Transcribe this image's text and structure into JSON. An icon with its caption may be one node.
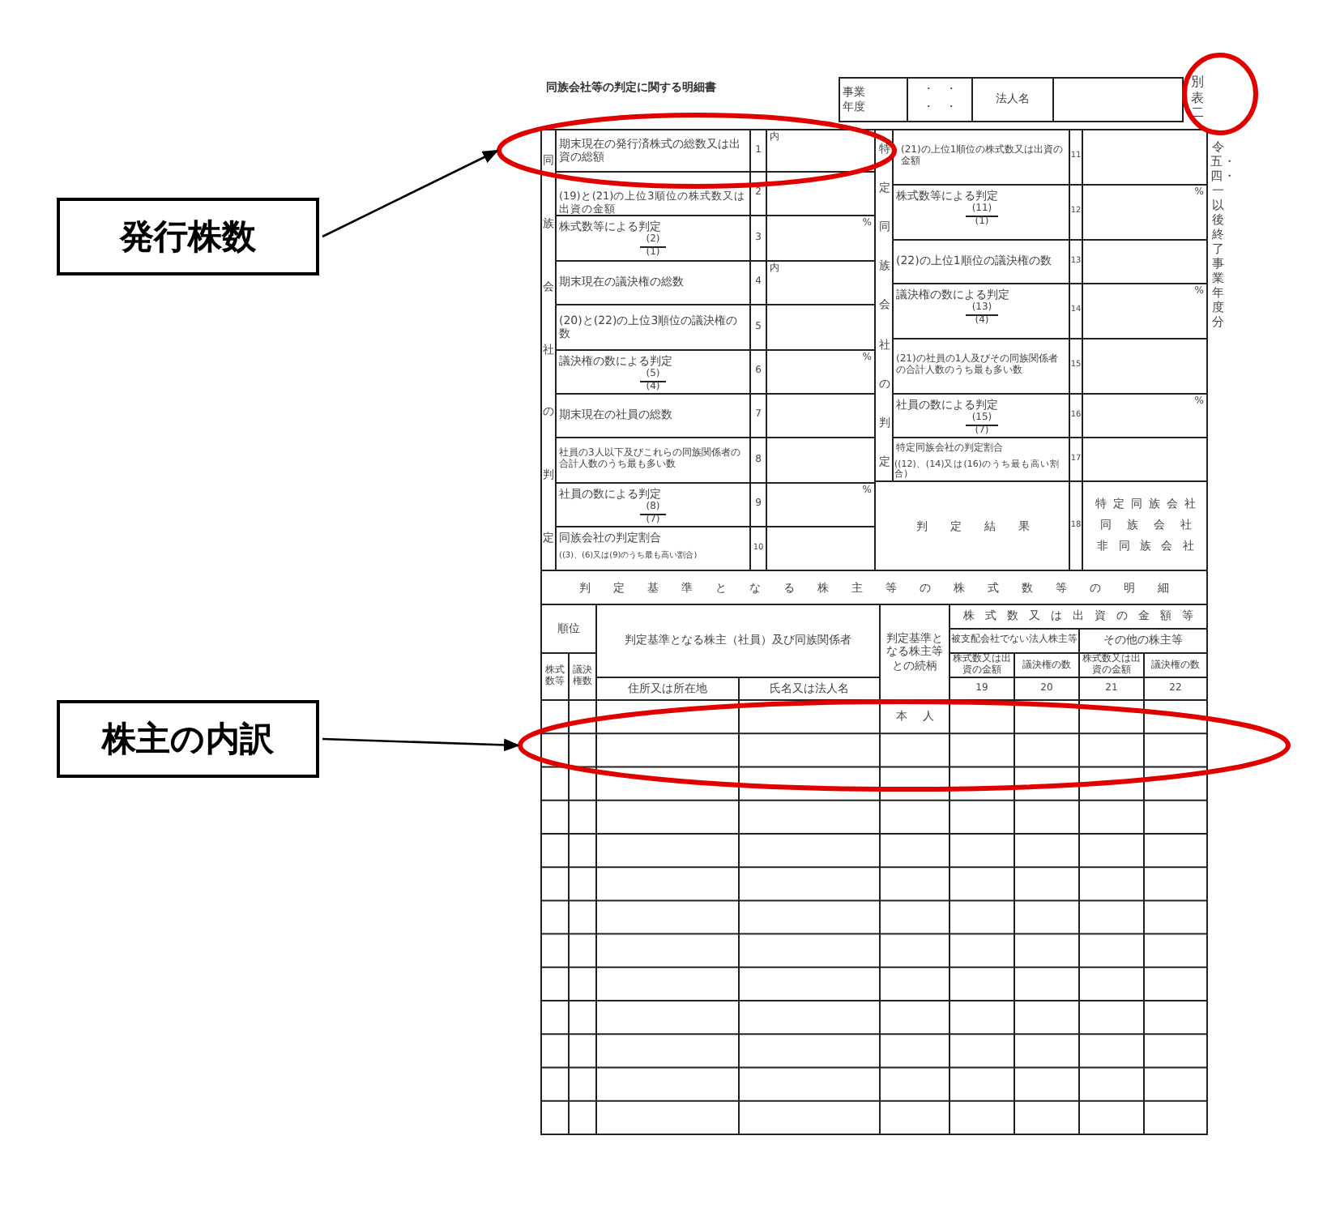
{
  "diagram": {
    "title": "同族会社等の判定に関する明細書",
    "nodes": [
      {
        "text": [
          "発行株数"
        ]
      },
      {
        "text": [],
        "shape": "ellipse"
      },
      {
        "text": [],
        "shape": "ellipse"
      },
      {
        "text": [
          "株主の内訳"
        ]
      },
      {
        "text": [],
        "shape": "ellipse"
      }
    ],
    "edges": [
      {
        "from": 0,
        "to": 1,
        "arrow": "to"
      },
      {
        "from": 3,
        "to": 4,
        "arrow": "to"
      }
    ],
    "labels": [
      "事業年度",
      "・　・",
      "・　・",
      "法人名",
      "別表二",
      "令五・四・一以後終了事業年度分",
      "同族会社の判定",
      "期末現在の発行済株式の総数又は出資の総額",
      "1",
      "内",
      "(19)と(21)の上位3順位の株式数又は出資の金額",
      "2",
      "株式数等による判定",
      "(2)",
      "(1)",
      "3",
      "%",
      "期末現在の議決権の総数",
      "4",
      "内",
      "(20)と(22)の上位3順位の議決権の数",
      "5",
      "議決権の数による判定",
      "(5)",
      "(4)",
      "6",
      "%",
      "期末現在の社員の総数",
      "7",
      "社員の3人以下及びこれらの同族関係者の合計人数のうち最も多い数",
      "8",
      "社員の数による判定",
      "(8)",
      "(7)",
      "9",
      "%",
      "同族会社の判定割合",
      "((3)、(6)又は(9)のうち最も高い割合)",
      "10",
      "特定同族会社の判定",
      "(21)の上位1順位の株式数又は出資の金額",
      "11",
      "株式数等による判定",
      "(11)",
      "(1)",
      "12",
      "%",
      "(22)の上位1順位の議決権の数",
      "13",
      "議決権の数による判定",
      "(13)",
      "(4)",
      "14",
      "%",
      "(21)の社員の1人及びその同族関係者の合計人数のうち最も多い数",
      "15",
      "社員の数による判定",
      "(15)",
      "(7)",
      "16",
      "%",
      "特定同族会社の判定割合",
      "((12)、(14)又は(16)のうち最も高い割合)",
      "17",
      "判定結果",
      "18",
      "特定同族会社",
      "同族会社",
      "非同族会社",
      "判定基準となる株主等の株式数等の明細",
      "順位",
      "判定基準となる株主（社員）及び同族関係者",
      "判定基準となる株主等との続柄",
      "株式数又は出資の金額等",
      "被支配会社でない法人株主等",
      "その他の株主等",
      "株式数等",
      "議決権数",
      "株式数又は出資の金額",
      "議決権の数",
      "株式数又は出資の金額",
      "議決権の数",
      "住所又は所在地",
      "氏名又は法人名",
      "19",
      "20",
      "21",
      "22",
      "本人"
    ]
  }
}
